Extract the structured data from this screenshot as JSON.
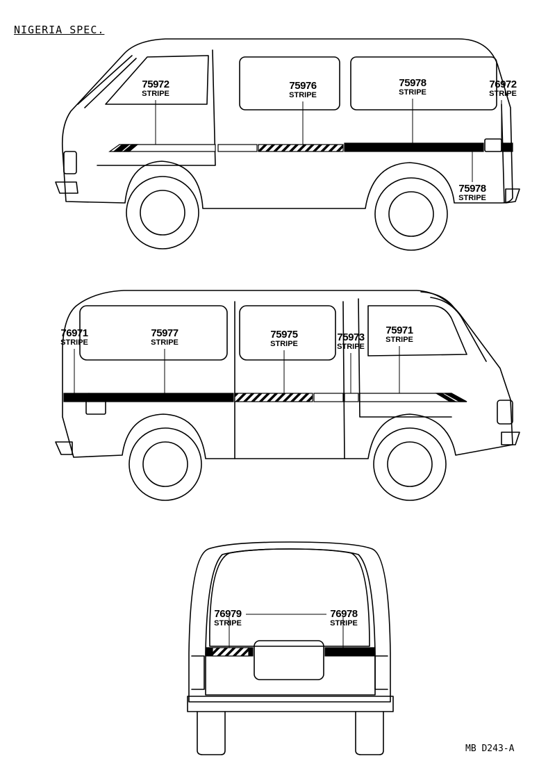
{
  "title": "NIGERIA SPEC.",
  "code": "MB  D243-A",
  "parts": {
    "p75972": {
      "number": "75972",
      "name": "STRIPE"
    },
    "p75976": {
      "number": "75976",
      "name": "STRIPE"
    },
    "p75978a": {
      "number": "75978",
      "name": "STRIPE"
    },
    "p76972": {
      "number": "76972",
      "name": "STRIPE"
    },
    "p75978b": {
      "number": "75978",
      "name": "STRIPE"
    },
    "p76971": {
      "number": "76971",
      "name": "STRIPE"
    },
    "p75977": {
      "number": "75977",
      "name": "STRIPE"
    },
    "p75975": {
      "number": "75975",
      "name": "STRIPE"
    },
    "p75973": {
      "number": "75973",
      "name": "STRIPE"
    },
    "p75971": {
      "number": "75971",
      "name": "STRIPE"
    },
    "p76979": {
      "number": "76979",
      "name": "STRIPE"
    },
    "p76978": {
      "number": "76978",
      "name": "STRIPE"
    }
  }
}
